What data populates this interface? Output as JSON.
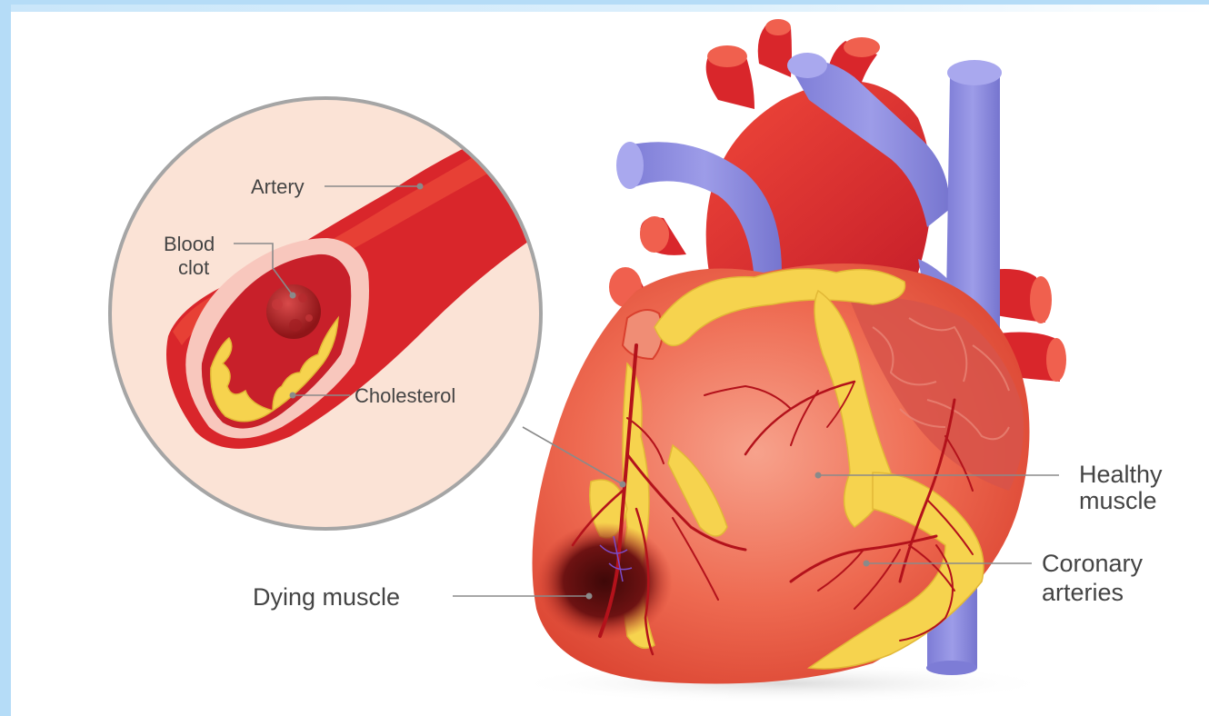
{
  "labels": {
    "artery": "Artery",
    "blood_clot_line1": "Blood",
    "blood_clot_line2": "clot",
    "cholesterol": "Cholesterol",
    "healthy_muscle_line1": "Healthy",
    "healthy_muscle_line2": "muscle",
    "coronary_arteries_line1": "Coronary",
    "coronary_arteries_line2": "arteries",
    "dying_muscle": "Dying muscle"
  },
  "colors": {
    "background_strip": "#b5dcf7",
    "heart_muscle": "#ec5a44",
    "artery_red": "#d9262b",
    "vein_blue": "#8e8de0",
    "fat_yellow": "#f6d34e",
    "inset_background": "#fbe3d6",
    "dying_tissue": "#5a0e0e",
    "leader_line": "#8a8a8a"
  },
  "icons": [
    "heart-illustration",
    "artery-cross-section-inset",
    "blood-clot",
    "cholesterol-plaque"
  ]
}
